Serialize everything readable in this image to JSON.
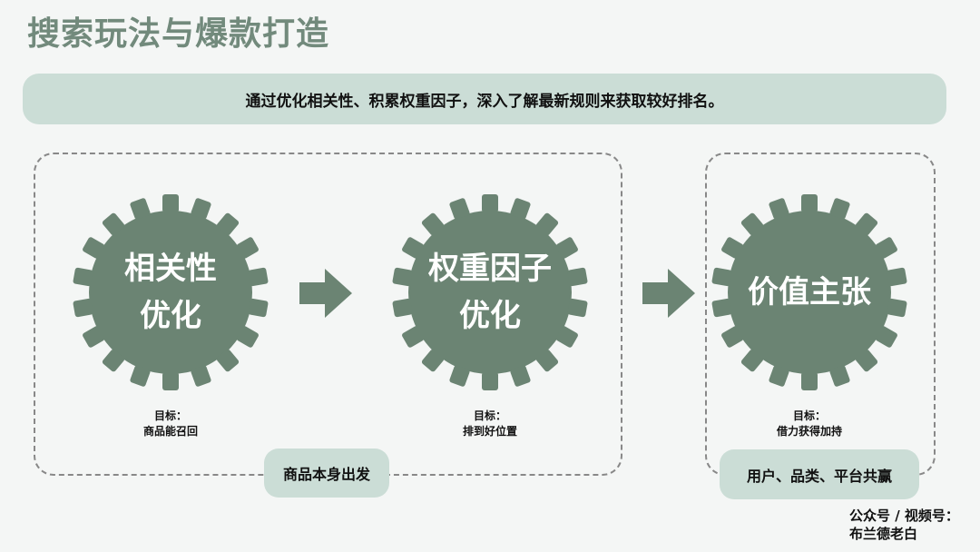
{
  "title": "搜索玩法与爆款打造",
  "banner": "通过优化相关性、积累权重因子，深入了解最新规则来获取较好排名。",
  "colors": {
    "gear": "#6b8473",
    "title": "#728a7c",
    "pill": "#cbddd6"
  },
  "gears": [
    {
      "line1": "相关性",
      "line2": "优化",
      "goal_label": "目标：",
      "goal": "商品能召回"
    },
    {
      "line1": "权重因子",
      "line2": "优化",
      "goal_label": "目标：",
      "goal": "排到好位置"
    },
    {
      "line1": "价值主张",
      "line2": "",
      "goal_label": "目标：",
      "goal": "借力获得加持"
    }
  ],
  "pills": {
    "left": "商品本身出发",
    "right": "用户、品类、平台共赢"
  },
  "footer": {
    "line1": "公众号 / 视频号：",
    "line2": "布兰德老白"
  }
}
